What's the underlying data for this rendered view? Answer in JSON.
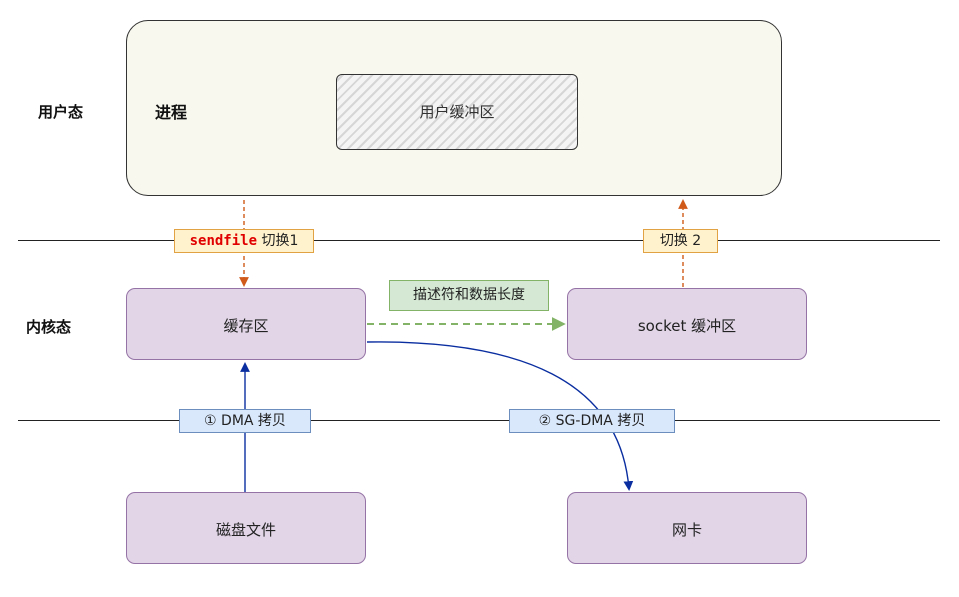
{
  "rows": {
    "user_mode": "用户态",
    "kernel_mode": "内核态"
  },
  "process": {
    "label": "进程",
    "user_buffer": "用户缓冲区"
  },
  "kernel": {
    "page_cache": "缓存区",
    "socket_buffer": "socket 缓冲区"
  },
  "hardware": {
    "disk_file": "磁盘文件",
    "nic": "网卡"
  },
  "labels": {
    "sendfile_name": "sendfile",
    "switch1_suffix": " 切换1",
    "switch2": "切换 2",
    "descriptor": "描述符和数据长度",
    "dma_copy": "① DMA 拷贝",
    "sg_dma_copy": "② SG-DMA 拷贝"
  },
  "colors": {
    "kernel_box_fill": "#e1d5e7",
    "kernel_box_border": "#9673a6",
    "switch_arrow": "#d05a1a",
    "dma_arrow": "#0a2ea0",
    "descriptor_arrow": "#82b366",
    "sendfile_text": "#e00000"
  }
}
